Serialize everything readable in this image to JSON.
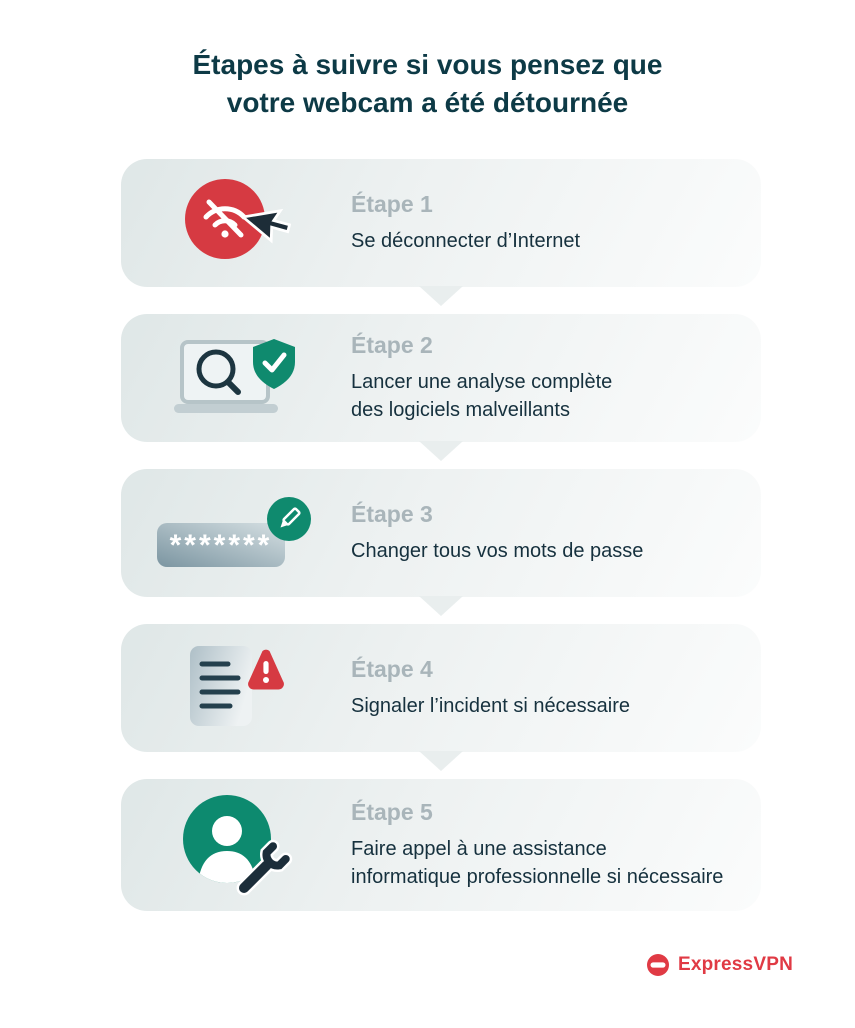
{
  "title": {
    "line1": "Étapes à suivre si vous pensez que",
    "line2": "votre webcam a été détournée"
  },
  "steps": [
    {
      "label": "Étape 1",
      "description": "Se déconnecter d’Internet",
      "icon": "wifi-off-cursor-icon"
    },
    {
      "label": "Étape 2",
      "description": "Lancer une analyse complète\ndes logiciels malveillants",
      "icon": "laptop-scan-shield-icon"
    },
    {
      "label": "Étape 3",
      "description": "Changer tous vos mots de passe",
      "icon": "password-edit-icon",
      "mask": "*******"
    },
    {
      "label": "Étape 4",
      "description": "Signaler l’incident si nécessaire",
      "icon": "report-warning-icon"
    },
    {
      "label": "Étape 5",
      "description": "Faire appel à une assistance\ninformatique professionnelle si nécessaire",
      "icon": "support-wrench-icon"
    }
  ],
  "logo": {
    "text": "ExpressVPN"
  },
  "colors": {
    "accent_red": "#d63a42",
    "accent_green": "#0f8a6e",
    "text_dark": "#16313e",
    "label_gray": "#a9b5ba",
    "title_navy": "#0d3a46",
    "brand_red": "#e03a44"
  }
}
